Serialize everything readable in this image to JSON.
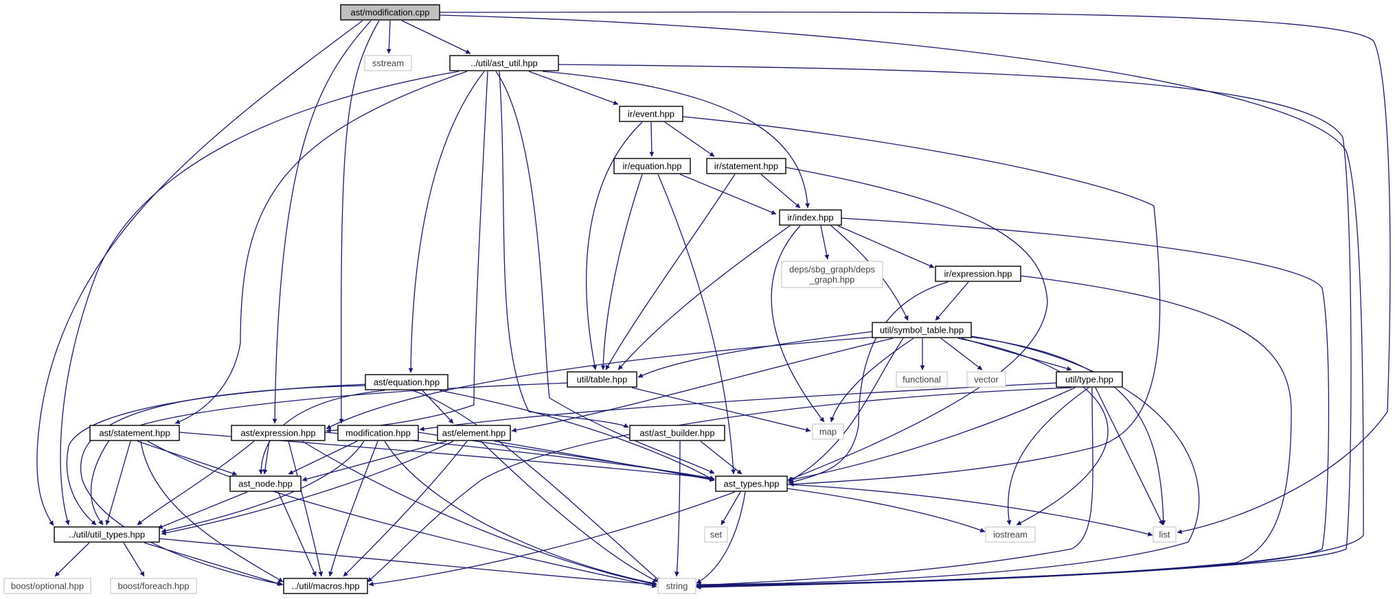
{
  "diagram": {
    "type": "include-dependency-graph",
    "colors": {
      "edge": "#191970",
      "root_fill": "#bfbfbf",
      "node_border": "#000000",
      "system_border": "#bfbfbf"
    },
    "nodes": [
      {
        "id": "root",
        "label": "ast/modification.cpp",
        "kind": "root"
      },
      {
        "id": "sstream",
        "label": "sstream",
        "kind": "system"
      },
      {
        "id": "ast_util",
        "label": "../util/ast_util.hpp",
        "kind": "local"
      },
      {
        "id": "ir_event",
        "label": "ir/event.hpp",
        "kind": "local"
      },
      {
        "id": "ir_equation",
        "label": "ir/equation.hpp",
        "kind": "local"
      },
      {
        "id": "ir_statement",
        "label": "ir/statement.hpp",
        "kind": "local"
      },
      {
        "id": "ir_index",
        "label": "ir/index.hpp",
        "kind": "local"
      },
      {
        "id": "deps_graph",
        "label": "deps/sbg_graph/deps\n_graph.hpp",
        "kind": "system"
      },
      {
        "id": "ir_expression",
        "label": "ir/expression.hpp",
        "kind": "local"
      },
      {
        "id": "symbol_table",
        "label": "util/symbol_table.hpp",
        "kind": "local"
      },
      {
        "id": "functional",
        "label": "functional",
        "kind": "system"
      },
      {
        "id": "vector",
        "label": "vector",
        "kind": "system"
      },
      {
        "id": "util_type",
        "label": "util/type.hpp",
        "kind": "local"
      },
      {
        "id": "util_table",
        "label": "util/table.hpp",
        "kind": "local"
      },
      {
        "id": "ast_equation",
        "label": "ast/equation.hpp",
        "kind": "local"
      },
      {
        "id": "map",
        "label": "map",
        "kind": "system"
      },
      {
        "id": "ast_statement",
        "label": "ast/statement.hpp",
        "kind": "local"
      },
      {
        "id": "ast_expression",
        "label": "ast/expression.hpp",
        "kind": "local"
      },
      {
        "id": "modification",
        "label": "modification.hpp",
        "kind": "local"
      },
      {
        "id": "ast_element",
        "label": "ast/element.hpp",
        "kind": "local"
      },
      {
        "id": "ast_builder",
        "label": "ast/ast_builder.hpp",
        "kind": "local"
      },
      {
        "id": "ast_types",
        "label": "ast_types.hpp",
        "kind": "local"
      },
      {
        "id": "ast_node",
        "label": "ast_node.hpp",
        "kind": "local"
      },
      {
        "id": "util_types",
        "label": "../util/util_types.hpp",
        "kind": "local"
      },
      {
        "id": "set",
        "label": "set",
        "kind": "system"
      },
      {
        "id": "iostream",
        "label": "iostream",
        "kind": "system"
      },
      {
        "id": "list",
        "label": "list",
        "kind": "system"
      },
      {
        "id": "boost_optional",
        "label": "boost/optional.hpp",
        "kind": "system"
      },
      {
        "id": "boost_foreach",
        "label": "boost/foreach.hpp",
        "kind": "system"
      },
      {
        "id": "macros",
        "label": "../util/macros.hpp",
        "kind": "local"
      },
      {
        "id": "string",
        "label": "string",
        "kind": "system"
      }
    ]
  }
}
